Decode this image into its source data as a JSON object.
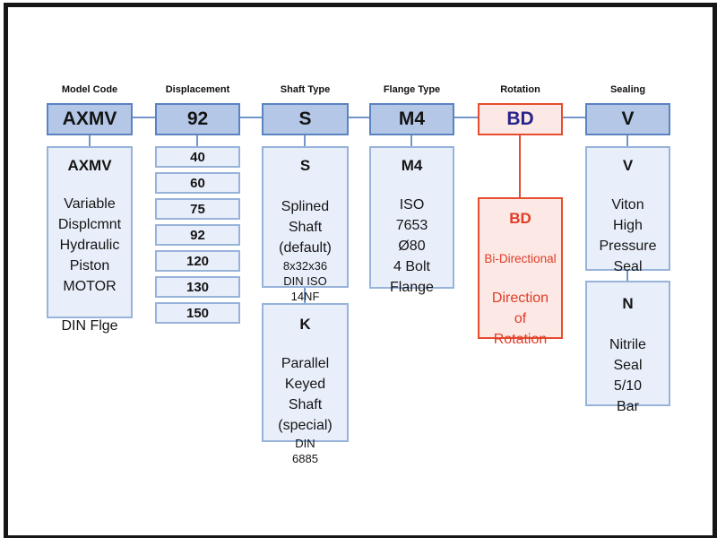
{
  "diagram": {
    "title_context": "Hydraulic motor model ordering code diagram",
    "colors": {
      "top_box_fill": "#b4c7e7",
      "top_box_border": "#5b83c0",
      "detail_box_fill": "#e9effa",
      "detail_box_border": "#98b3da",
      "red_box_fill": "#fce8e4",
      "red_box_border": "#e74c2e",
      "red_text": "#e03c28",
      "navy_code_text": "#28238c",
      "connector_blue": "#7396c8",
      "frame_black": "#161616"
    },
    "columns": [
      {
        "header": "Model Code",
        "code": "AXMV",
        "detail": {
          "code": "AXMV",
          "lines": [
            "Variable",
            "Displcmnt",
            "Hydraulic",
            "Piston",
            "MOTOR"
          ],
          "footer": "DIN Flge"
        }
      },
      {
        "header": "Displacement",
        "code": "92",
        "options": [
          "40",
          "60",
          "75",
          "92",
          "120",
          "130",
          "150"
        ]
      },
      {
        "header": "Shaft Type",
        "code": "S",
        "details": [
          {
            "code": "S",
            "lines": [
              "Splined",
              "Shaft",
              "(default)"
            ],
            "small": [
              "8x32x36",
              "DIN ISO",
              "14NF"
            ]
          },
          {
            "code": "K",
            "lines": [
              "Parallel",
              "Keyed",
              "Shaft",
              "(special)"
            ],
            "small": [
              "DIN",
              "6885"
            ]
          }
        ]
      },
      {
        "header": "Flange Type",
        "code": "M4",
        "detail": {
          "code": "M4",
          "lines": [
            "ISO",
            "7653",
            "Ø80",
            "4 Bolt",
            "Flange"
          ]
        }
      },
      {
        "header": "Rotation",
        "code": "BD",
        "detail": {
          "code": "BD",
          "subtitle": "Bi-Directional",
          "lines": [
            "Direction",
            "of",
            "Rotation"
          ]
        }
      },
      {
        "header": "Sealing",
        "code": "V",
        "details": [
          {
            "code": "V",
            "lines": [
              "Viton",
              "High",
              "Pressure",
              "Seal"
            ]
          },
          {
            "code": "N",
            "lines": [
              "Nitrile",
              "Seal",
              "5/10",
              "Bar"
            ]
          }
        ]
      }
    ]
  }
}
